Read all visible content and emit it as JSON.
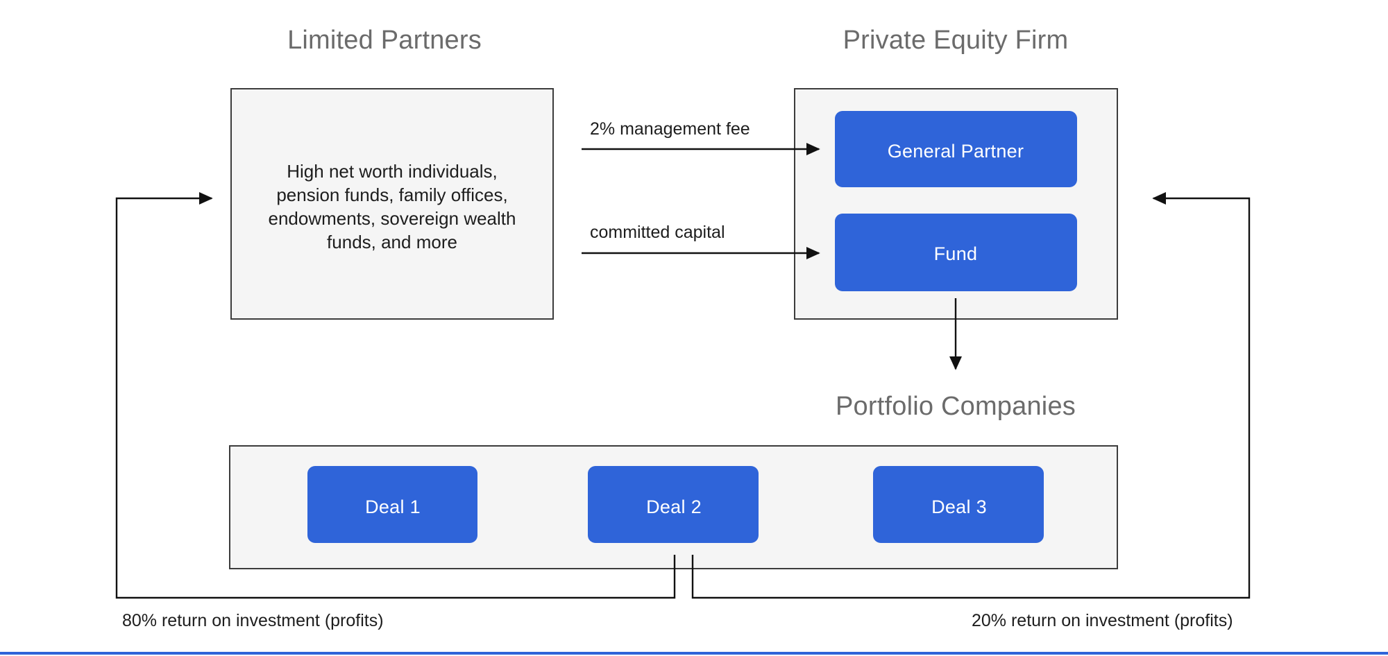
{
  "diagram": {
    "title_limited_partners": "Limited Partners",
    "title_private_equity_firm": "Private Equity Firm",
    "title_portfolio_companies": "Portfolio Companies",
    "lp_body_lines": [
      "High net worth individuals,",
      "pension funds, family offices,",
      "endowments, sovereign wealth",
      "funds, and more"
    ],
    "pe_boxes": [
      {
        "label": "General Partner"
      },
      {
        "label": "Fund"
      }
    ],
    "deals": [
      {
        "label": "Deal  1"
      },
      {
        "label": "Deal 2"
      },
      {
        "label": "Deal 3"
      }
    ],
    "edge_labels": {
      "management_fee": "2% management fee",
      "committed_capital": "committed capital",
      "lp_return": "80% return on investment (profits)",
      "gp_return": "20% return on investment (profits)"
    },
    "colors": {
      "accent_blue": "#2f64d9",
      "box_fill": "#f5f5f5",
      "box_stroke": "#3c3c3c",
      "title_gray": "#6b6b6b",
      "body_text": "#1d1d1d",
      "line": "#111111"
    }
  }
}
